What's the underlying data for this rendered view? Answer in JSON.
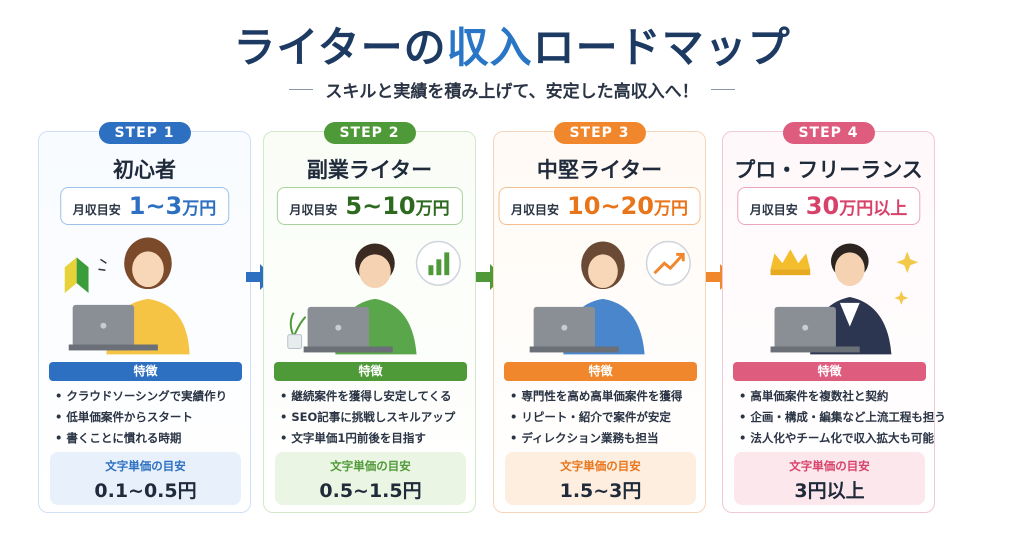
{
  "header": {
    "title_prefix": "ライターの",
    "title_accent": "収入",
    "title_suffix": "ロードマップ",
    "subtitle": "スキルと実績を積み上げて、安定した高収入へ！"
  },
  "income_label": "月収目安",
  "features_label": "特徴",
  "price_label": "文字単価の目安",
  "steps": [
    {
      "badge": "STEP 1",
      "level": "初心者",
      "income_value": "1~3",
      "income_unit": "万円",
      "features": [
        "クラウドソーシングで実績作り",
        "低単価案件からスタート",
        "書くことに慣れる時期"
      ],
      "price": "0.1~0.5円",
      "illustration": "beginner-writer-with-shoshinsha-mark"
    },
    {
      "badge": "STEP 2",
      "level": "副業ライター",
      "income_value": "5~10",
      "income_unit": "万円",
      "features": [
        "継続案件を獲得し安定してくる",
        "SEO記事に挑戦しスキルアップ",
        "文字単価1円前後を目指す"
      ],
      "price": "0.5~1.5円",
      "illustration": "side-job-writer-with-bar-chart"
    },
    {
      "badge": "STEP 3",
      "level": "中堅ライター",
      "income_value": "10~20",
      "income_unit": "万円",
      "features": [
        "専門性を高め高単価案件を獲得",
        "リピート・紹介で案件が安定",
        "ディレクション業務も担当"
      ],
      "price": "1.5~3円",
      "illustration": "mid-level-writer-with-growth-chart"
    },
    {
      "badge": "STEP 4",
      "level": "プロ・フリーランス",
      "income_value": "30",
      "income_unit": "万円以上",
      "features": [
        "高単価案件を複数社と契約",
        "企画・構成・編集など上流工程も担う",
        "法人化やチーム化で収入拡大も可能"
      ],
      "price": "3円以上",
      "illustration": "pro-freelancer-with-crown"
    }
  ]
}
